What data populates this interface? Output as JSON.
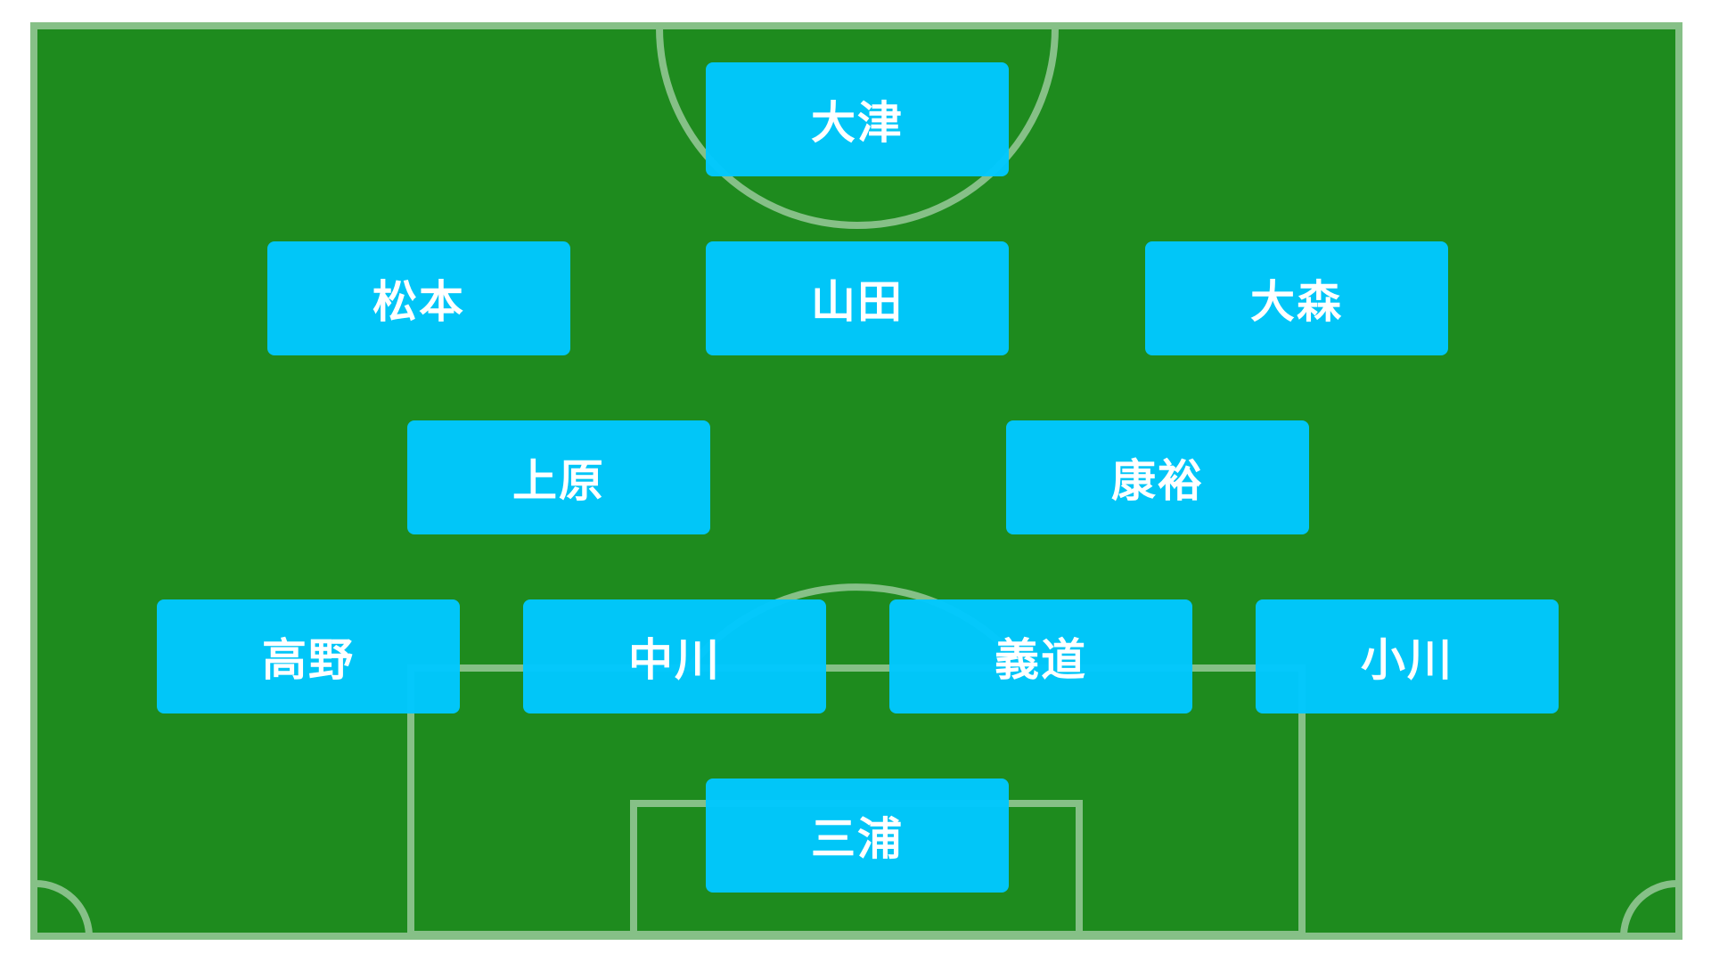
{
  "colors": {
    "pitch": "#1e8b1e",
    "lines": "#86c087",
    "player_card": "#00c8ff",
    "player_text": "#ffffff"
  },
  "players": {
    "fw": {
      "name": "大津"
    },
    "lm": {
      "name": "松本"
    },
    "cam": {
      "name": "山田"
    },
    "rm": {
      "name": "大森"
    },
    "lcm": {
      "name": "上原"
    },
    "rcm": {
      "name": "康裕"
    },
    "lb": {
      "name": "高野"
    },
    "lcb": {
      "name": "中川"
    },
    "rcb": {
      "name": "義道"
    },
    "rb": {
      "name": "小川"
    },
    "gk": {
      "name": "三浦"
    }
  }
}
